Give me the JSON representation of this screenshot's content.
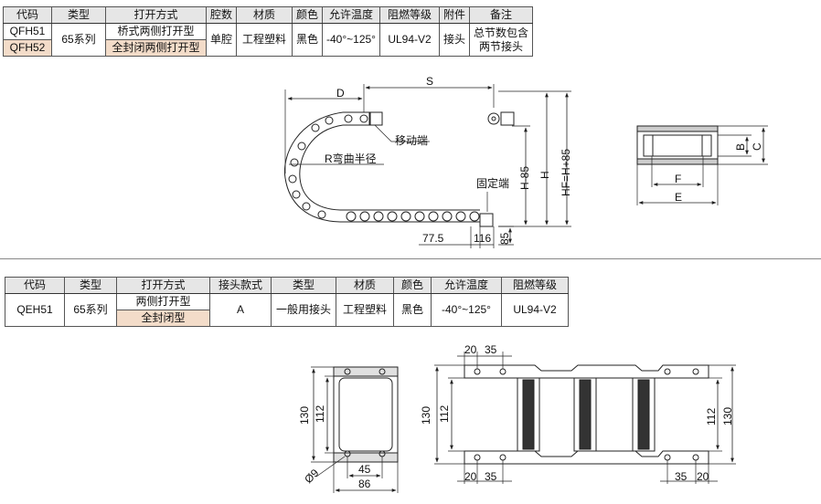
{
  "table1": {
    "headers": [
      "代码",
      "类型",
      "打开方式",
      "腔数",
      "材质",
      "颜色",
      "允许温度",
      "阻燃等级",
      "附件",
      "备注"
    ],
    "code1": "QFH51",
    "code2": "QFH52",
    "type": "65系列",
    "open1": "桥式两侧打开型",
    "open2": "全封闭两侧打开型",
    "cavity": "单腔",
    "material": "工程塑料",
    "color": "黑色",
    "temp": "-40°~125°",
    "flame": "UL94-V2",
    "accessory": "接头",
    "note1": "总节数包含",
    "note2": "两节接头"
  },
  "table2": {
    "headers": [
      "代码",
      "类型",
      "打开方式",
      "接头款式",
      "类型",
      "材质",
      "颜色",
      "允许温度",
      "阻燃等级"
    ],
    "code": "QEH51",
    "type": "65系列",
    "open1": "两侧打开型",
    "open2": "全封闭型",
    "joint": "A",
    "jtype": "一般用接头",
    "material": "工程塑料",
    "color": "黑色",
    "temp": "-40°~125°",
    "flame": "UL94-V2"
  },
  "diagram1": {
    "D": "D",
    "S": "S",
    "moving_end": "移动端",
    "bend_radius": "R弯曲半径",
    "fixed_end": "固定端",
    "h85": "H-85",
    "h": "H",
    "hf": "HF=H+85",
    "pitch": "77.5",
    "len116": "116",
    "len85": "85"
  },
  "diagram2": {
    "B": "B",
    "C": "C",
    "F": "F",
    "E": "E"
  },
  "diagram3": {
    "h130": "130",
    "h112": "112",
    "hole": "Ø9",
    "w45": "45",
    "w86": "86"
  },
  "diagram4": {
    "d20": "20",
    "d35": "35",
    "h130": "130",
    "h112": "112"
  }
}
